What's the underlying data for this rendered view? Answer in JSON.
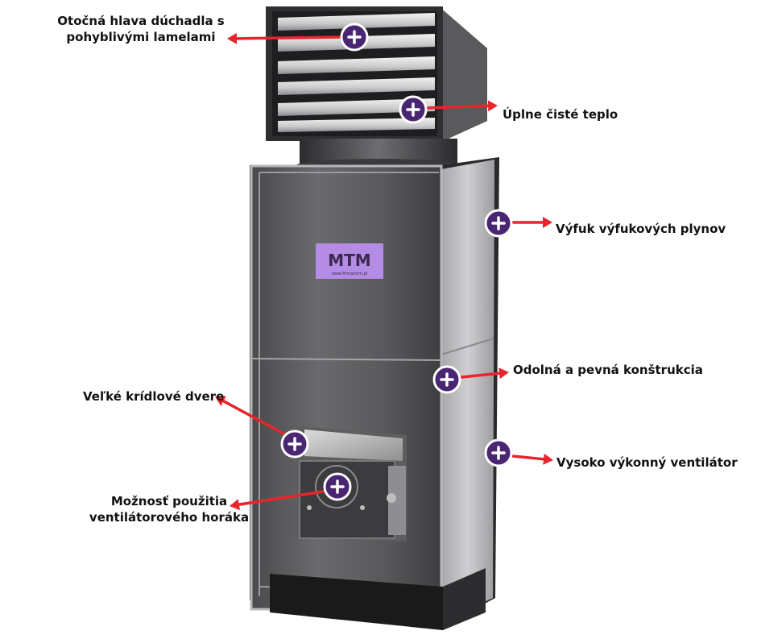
{
  "brand": {
    "logo_text": "MTM",
    "logo_url_text": "www.firmamtm.pl",
    "logo_color": "#b48ce6"
  },
  "colors": {
    "arrow": "#e8252a",
    "marker": "#4a2672",
    "marker_border": "#ffffff"
  },
  "marker_icon": "plus-icon",
  "callouts": [
    {
      "id": "swivel-head",
      "lines": [
        "Otočná hlava dúchadla s",
        "pohyblivými lamelami"
      ]
    },
    {
      "id": "clean-heat",
      "lines": [
        "Úplne čisté teplo"
      ]
    },
    {
      "id": "exhaust",
      "lines": [
        "Výfuk výfukových plynov"
      ]
    },
    {
      "id": "construction",
      "lines": [
        "Odolná a pevná konštrukcia"
      ]
    },
    {
      "id": "doors",
      "lines": [
        "Veľké krídlové dvere"
      ]
    },
    {
      "id": "fan",
      "lines": [
        "Vysoko výkonný ventilátor"
      ]
    },
    {
      "id": "burner",
      "lines": [
        "Možnosť použitia",
        "ventilátorového horáka"
      ]
    }
  ]
}
